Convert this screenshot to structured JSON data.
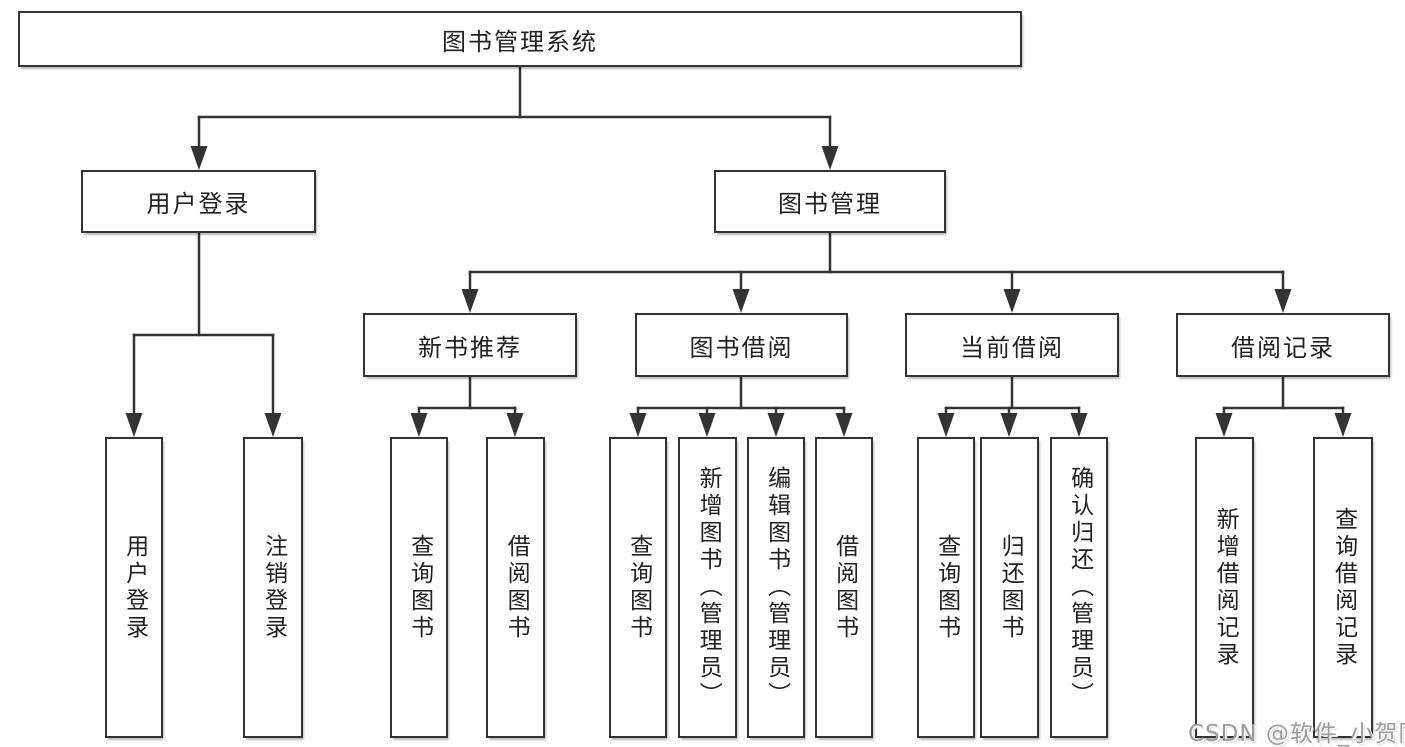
{
  "diagram": {
    "root": {
      "label": "图书管理系统",
      "children": [
        {
          "label": "用户登录",
          "children": [
            {
              "label": "用户登录"
            },
            {
              "label": "注销登录"
            }
          ]
        },
        {
          "label": "图书管理",
          "children": [
            {
              "label": "新书推荐",
              "children": [
                {
                  "label": "查询图书"
                },
                {
                  "label": "借阅图书"
                }
              ]
            },
            {
              "label": "图书借阅",
              "children": [
                {
                  "label": "查询图书"
                },
                {
                  "label": "新增图书（管理员）"
                },
                {
                  "label": "编辑图书（管理员）"
                },
                {
                  "label": "借阅图书"
                }
              ]
            },
            {
              "label": "当前借阅",
              "children": [
                {
                  "label": "查询图书"
                },
                {
                  "label": "归还图书"
                },
                {
                  "label": "确认归还（管理员）"
                }
              ]
            },
            {
              "label": "借阅记录",
              "children": [
                {
                  "label": "新增借阅记录"
                },
                {
                  "label": "查询借阅记录"
                }
              ]
            }
          ]
        }
      ]
    }
  },
  "watermark": {
    "text": "CSDN @软件_小贺同学"
  },
  "colors": {
    "background": "#ffffff",
    "line": "#333333",
    "box_border": "#333333",
    "box_fill": "#ffffff",
    "text": "#222222",
    "watermark": "#9c9c9c"
  }
}
